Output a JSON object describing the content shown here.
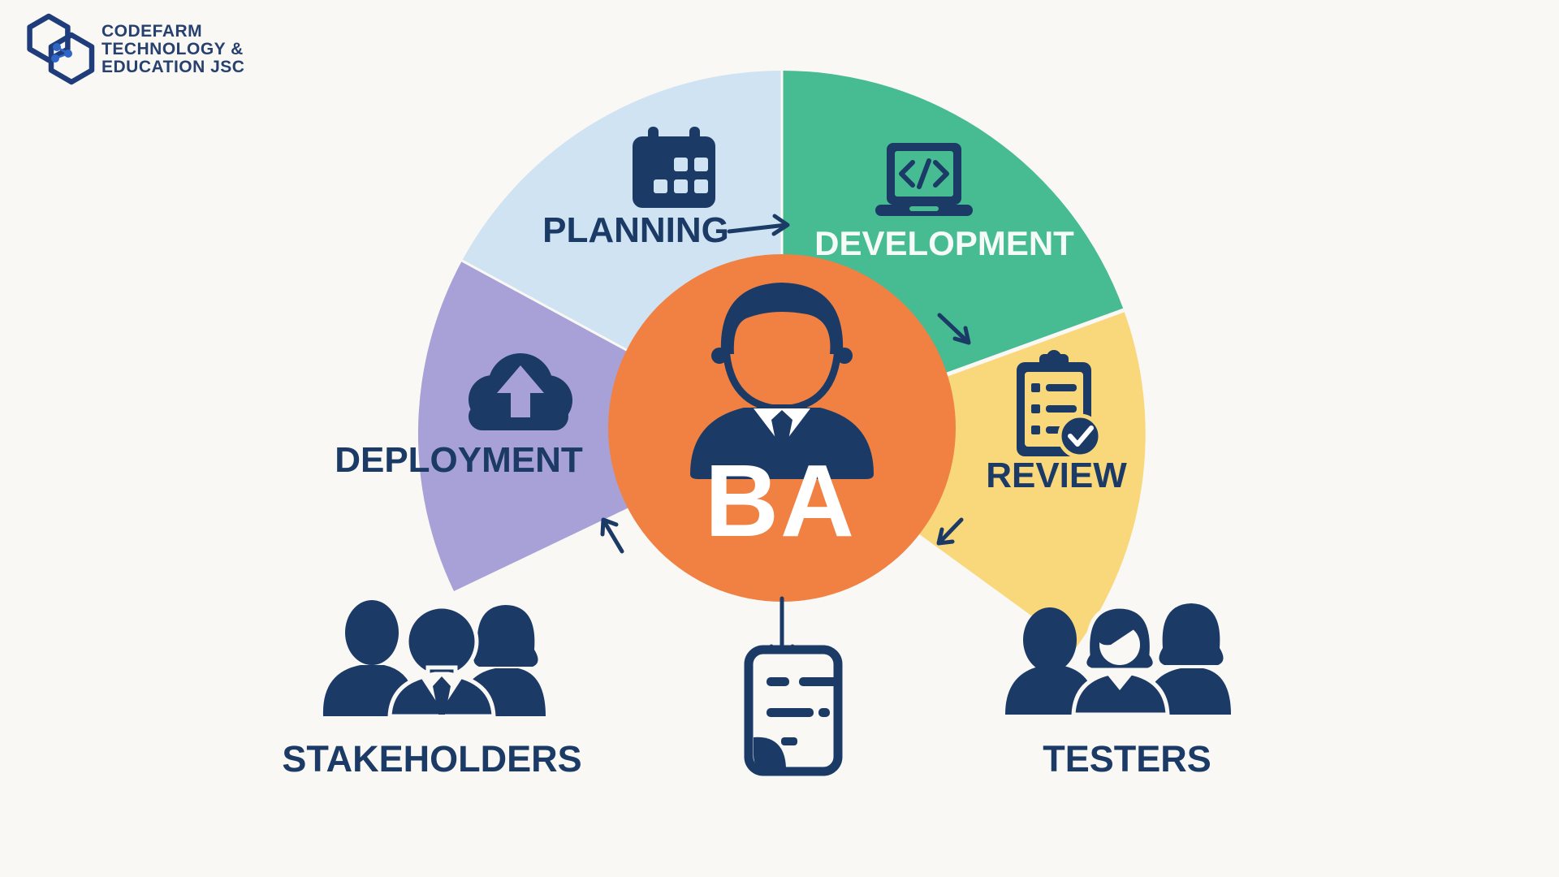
{
  "logo": {
    "company_line1": "CODEFARM",
    "company_line2": "TECHNOLOGY &",
    "company_line3": "EDUCATION JSC"
  },
  "diagram": {
    "center_label": "BA",
    "segments": [
      {
        "label": "PLANNING",
        "color": "#cfe3f3",
        "text_color": "#1b3a66"
      },
      {
        "label": "DEVELOPMENT",
        "color": "#47bb92",
        "text_color": "#f4fbf8"
      },
      {
        "label": "REVIEW",
        "color": "#f8d87b",
        "text_color": "#1b3a66"
      },
      {
        "label": "DEPLOYMENT",
        "color": "#a7a1d7",
        "text_color": "#1b3a66"
      }
    ],
    "actors": [
      {
        "label": "STAKEHOLDERS"
      },
      {
        "label": "TESTERS"
      }
    ],
    "colors": {
      "navy": "#1b3a66",
      "orange": "#f08143",
      "background": "#faf8f5",
      "logo_blue": "#26406f",
      "logo_dot_blue": "#2e66c8"
    }
  }
}
